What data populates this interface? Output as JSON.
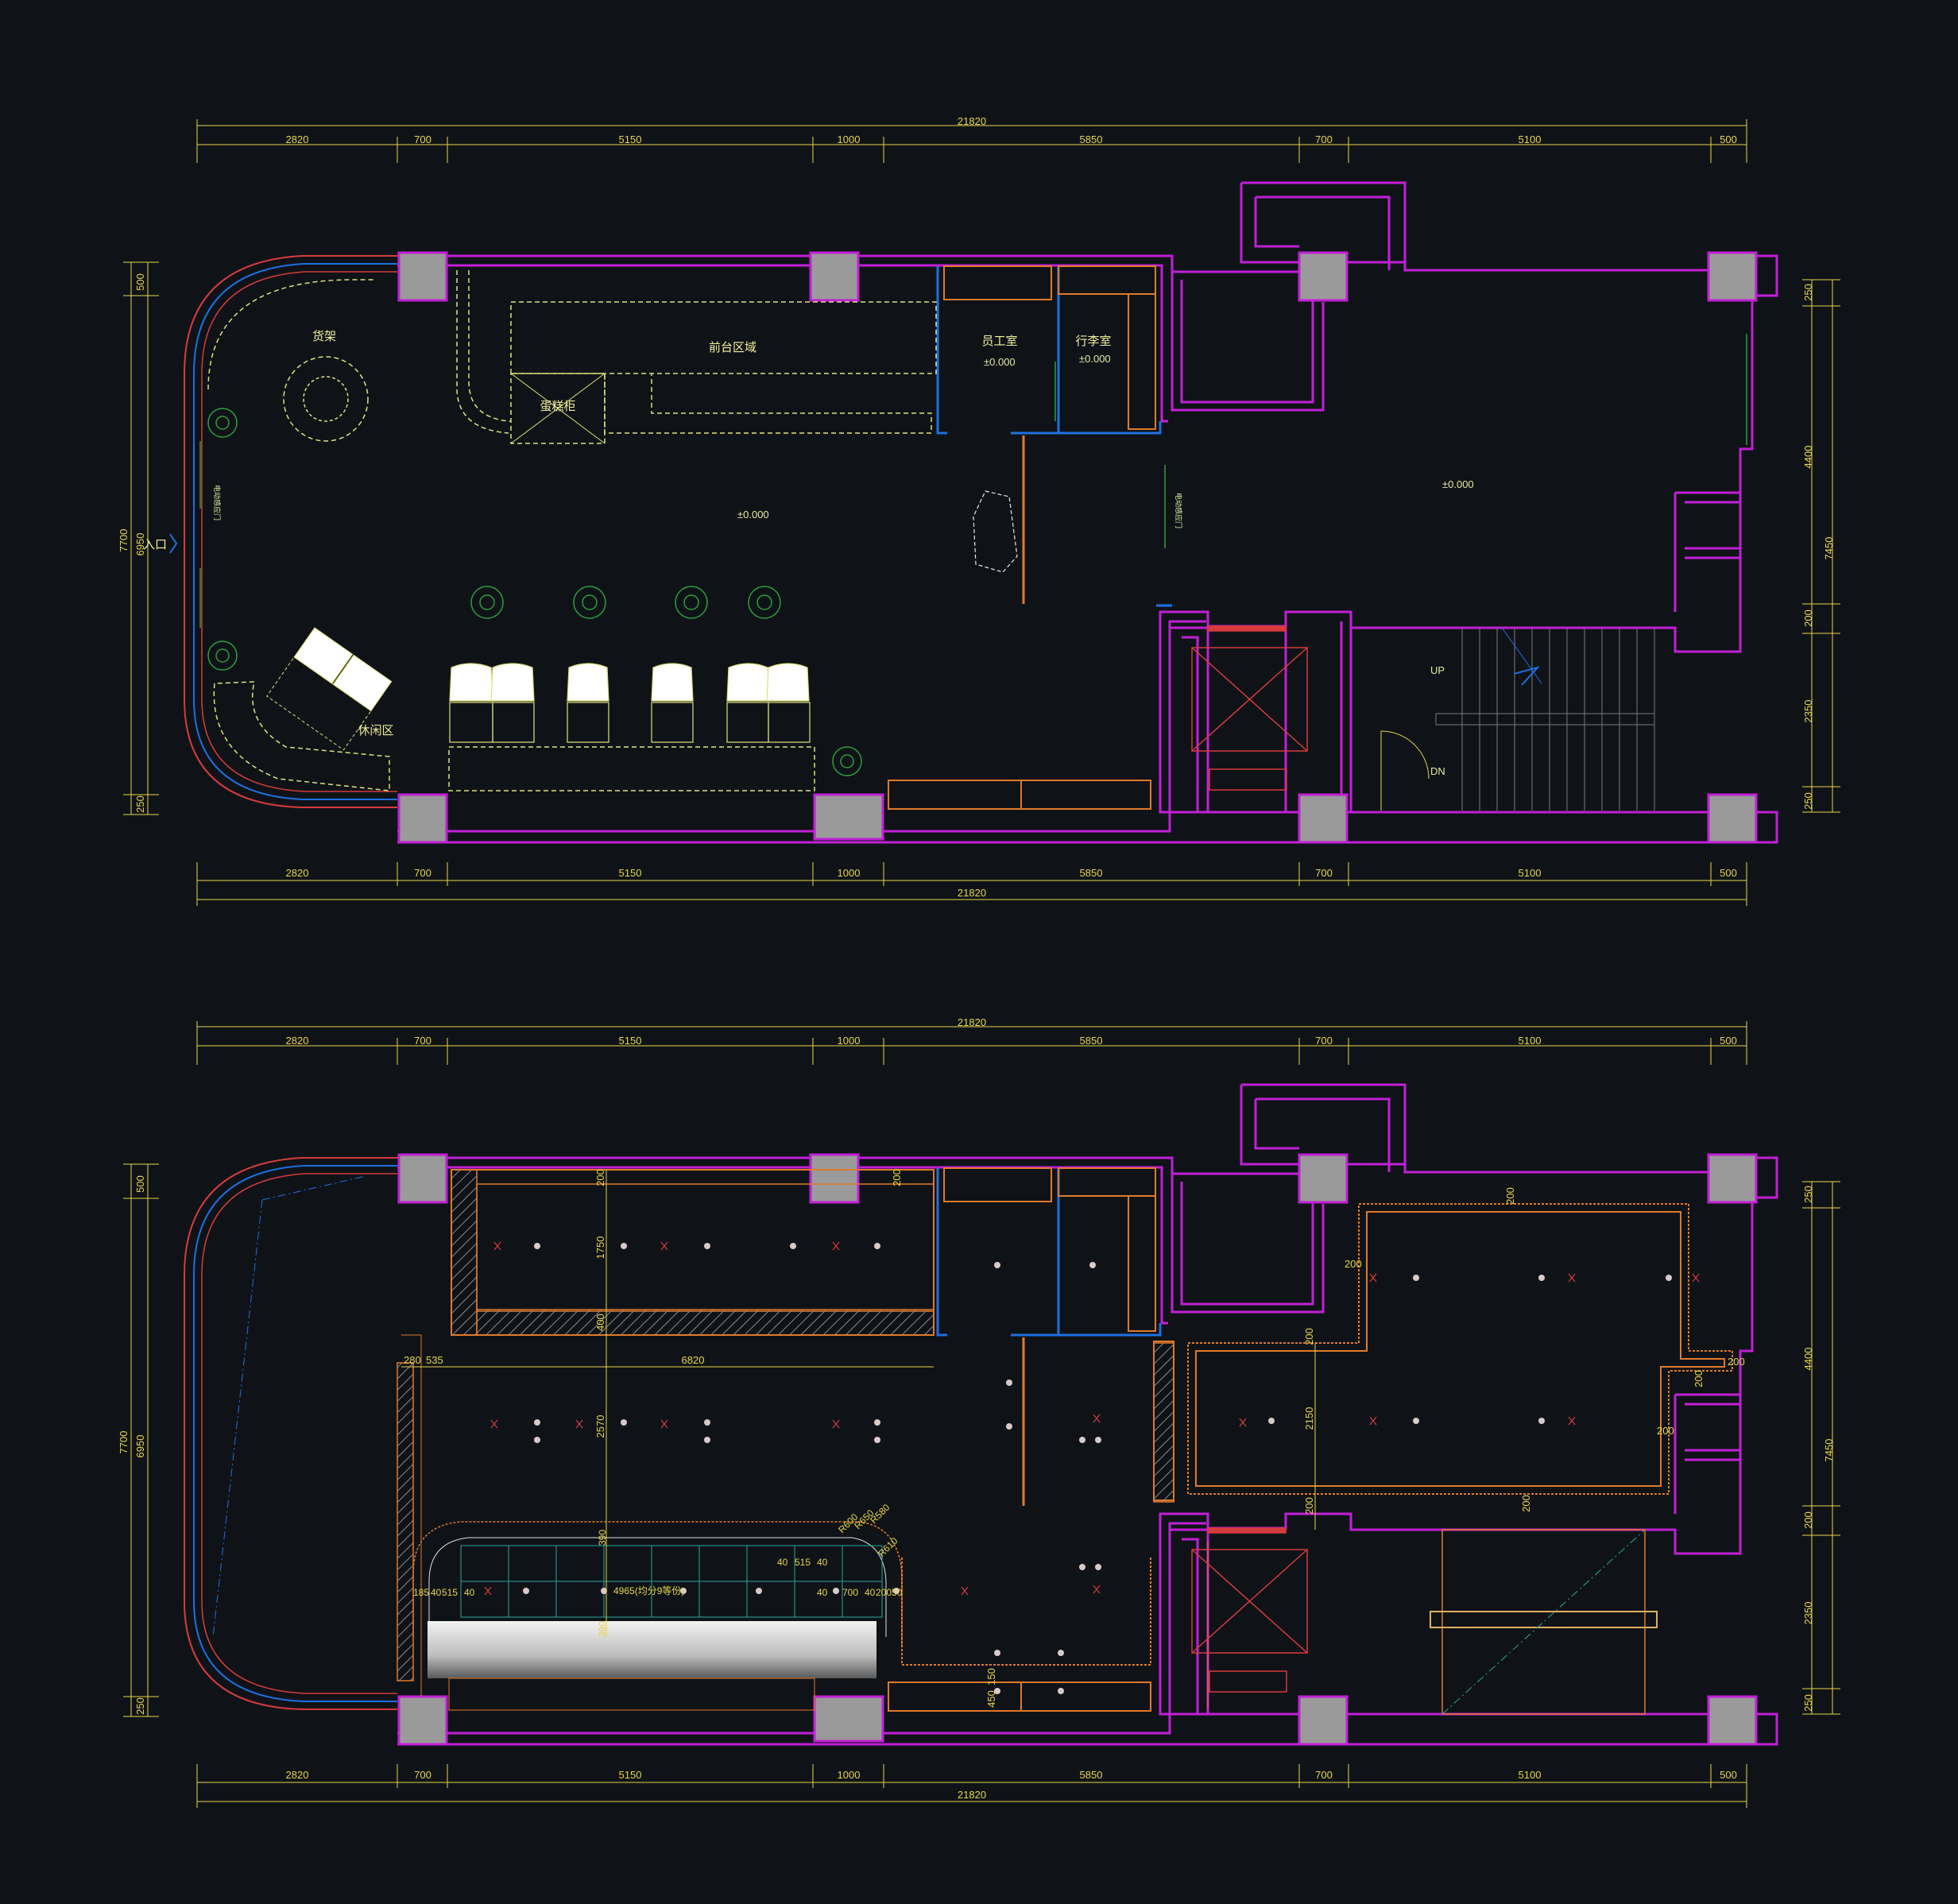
{
  "colors": {
    "background": "#0f1318",
    "wall": "#c21fd6",
    "column": "#9a9a9a",
    "dimension": "#e8d548",
    "furniture": "#e0e07a",
    "ceiling": "#e07a2a",
    "glass": "#1e6fe0",
    "curtain": "#d63b3b"
  },
  "dimensions": {
    "total": "21820",
    "segments": [
      "2820",
      "700",
      "5150",
      "1000",
      "5850",
      "700",
      "5100",
      "500"
    ],
    "left": [
      "7700",
      "6950",
      "500",
      "250"
    ],
    "right": [
      "250",
      "4400",
      "7450",
      "200",
      "2350",
      "250"
    ]
  },
  "plan1": {
    "labels": {
      "shelf": "货架",
      "reception": "前台区域",
      "cake_cabinet": "蛋糕柜",
      "staff_room": "员工室",
      "luggage_room": "行李室",
      "entrance": "入口",
      "lounge": "休闲区",
      "up": "UP",
      "dn": "DN",
      "auto_door": "电动感应门"
    },
    "levels": [
      "±0.000",
      "±0.000",
      "±0.000",
      "±0.000"
    ]
  },
  "plan2": {
    "ceiling_dims": {
      "d200": "200",
      "d1750": "1750",
      "d400": "400",
      "d280": "280",
      "d535": "535",
      "d6820": "6820",
      "d2570": "2570",
      "d2150": "2150",
      "d150": "150",
      "d450": "450",
      "d40": "40",
      "d515": "515",
      "d700": "700",
      "d50": "50",
      "d185": "185",
      "d390": "390",
      "d4965": "4965(均分9等份)",
      "r600": "R600",
      "r650": "R650",
      "r580": "R580",
      "r610": "R610"
    }
  }
}
